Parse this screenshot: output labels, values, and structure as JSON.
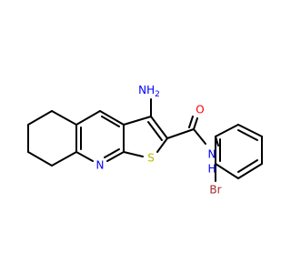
{
  "colors": {
    "bond": "#000000",
    "nitrogen": "#0000ff",
    "sulfur": "#b8b800",
    "oxygen": "#ff0000",
    "bromine": "#a52a2a"
  },
  "labels": {
    "amino": "NH",
    "amino_sub": "2",
    "oxygen": "O",
    "sulfur": "S",
    "ring_nitrogen": "N",
    "amide_nitrogen": "N",
    "amide_hydrogen": "H",
    "bromine": "Br"
  }
}
